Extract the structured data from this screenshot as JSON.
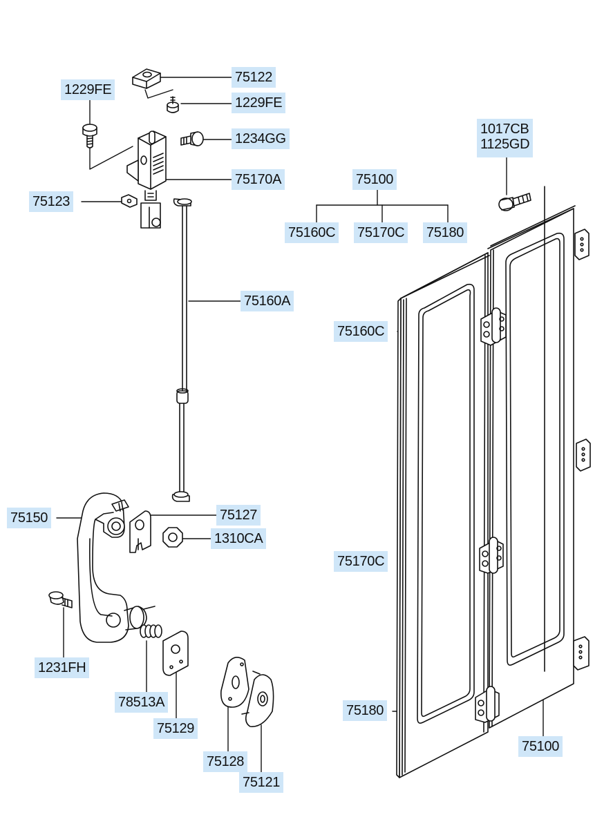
{
  "colors": {
    "label_bg": "#cfe6f8",
    "line": "#111111",
    "background": "#ffffff"
  },
  "labels": {
    "l_75122": "75122",
    "l_1229FE_top": "1229FE",
    "l_1229FE_left": "1229FE",
    "l_1234GG": "1234GG",
    "l_75170A": "75170A",
    "l_75123": "75123",
    "l_1017CB": "1017CB",
    "l_1125GD": "1125GD",
    "l_75100_top": "75100",
    "l_75160C_group": "75160C",
    "l_75170C_group": "75170C",
    "l_75180_group": "75180",
    "l_75160A": "75160A",
    "l_75160C_hinge": "75160C",
    "l_75150": "75150",
    "l_75127": "75127",
    "l_1310CA": "1310CA",
    "l_75170C_hinge": "75170C",
    "l_1231FH": "1231FH",
    "l_78513A": "78513A",
    "l_75129": "75129",
    "l_75180_hinge": "75180",
    "l_75100_bottom": "75100",
    "l_75128": "75128",
    "l_75121": "75121"
  }
}
